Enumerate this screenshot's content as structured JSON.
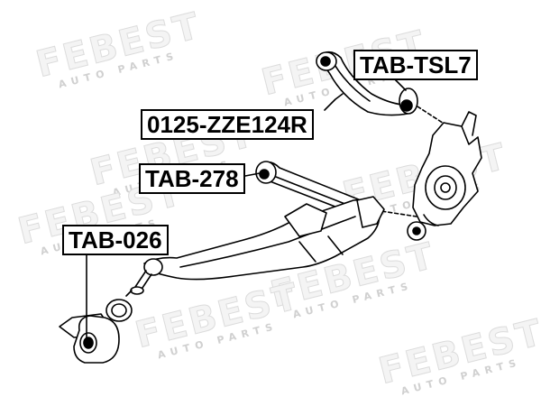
{
  "watermark": {
    "brand": "FEBEST",
    "tagline": "AUTO PARTS"
  },
  "callouts": {
    "tab_tsl7": "TAB-TSL7",
    "zze124r": "0125-ZZE124R",
    "tab_278": "TAB-278",
    "tab_026": "TAB-026"
  },
  "colors": {
    "line": "#000000",
    "watermark": "#d9d9d9",
    "background": "#ffffff"
  }
}
